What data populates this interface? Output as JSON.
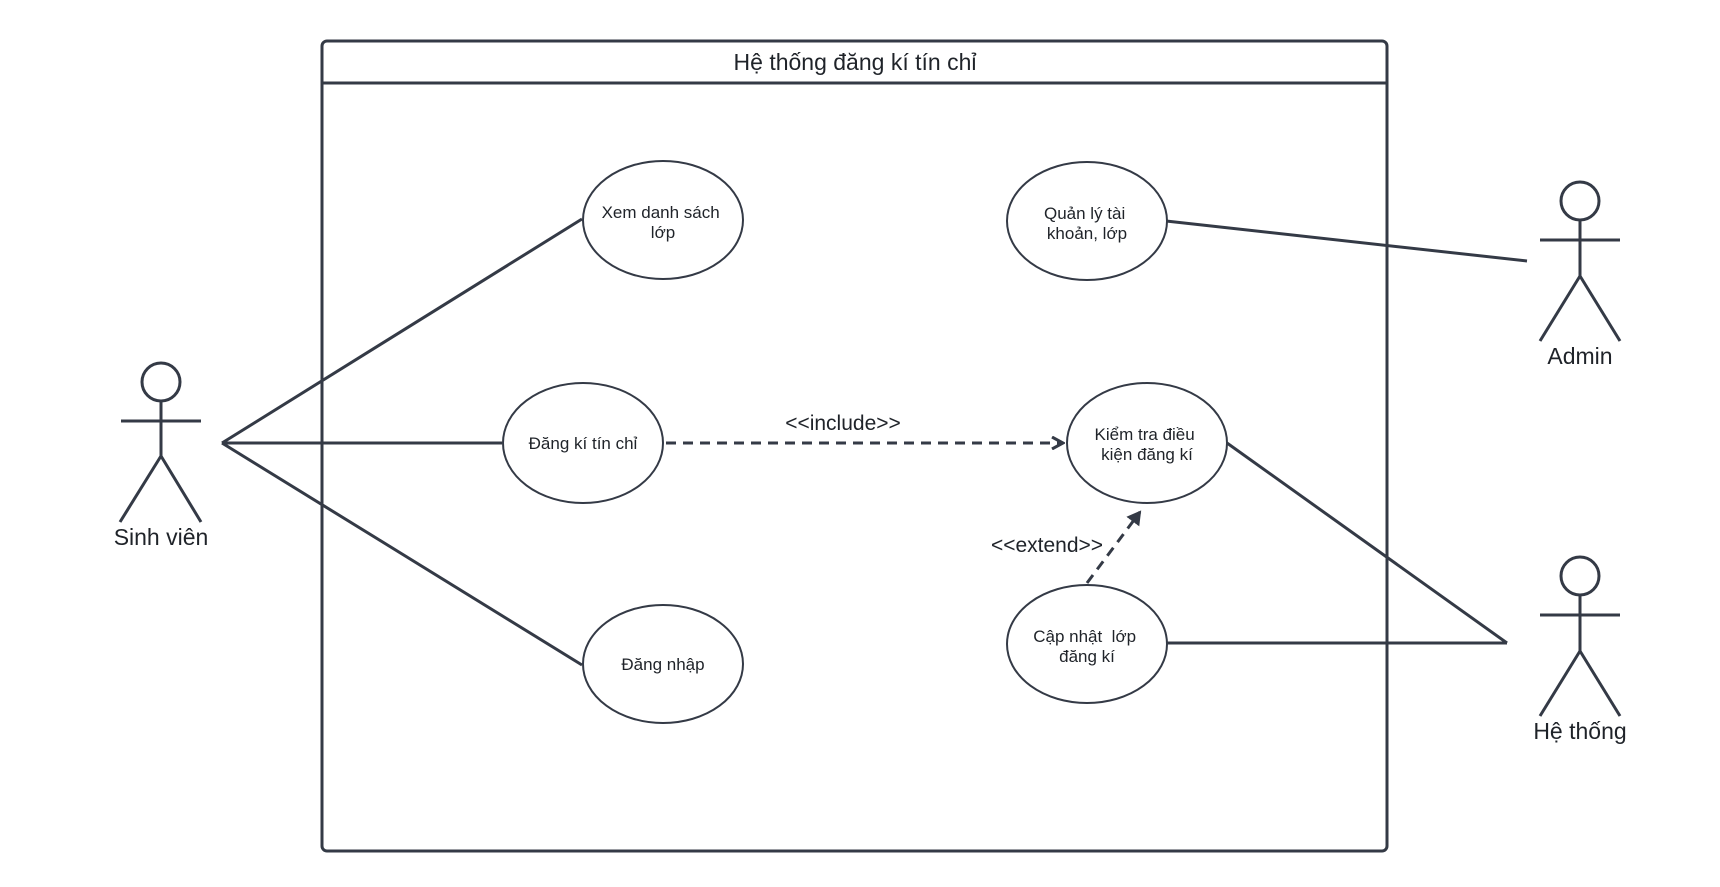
{
  "system": {
    "title": "Hệ thống đăng kí tín chỉ"
  },
  "actors": {
    "student": "Sinh viên",
    "admin": "Admin",
    "system": "Hệ thống"
  },
  "use_cases": {
    "view_classes": [
      "Xem danh sách",
      "lớp"
    ],
    "register_credits": [
      "Đăng kí tín chỉ"
    ],
    "login": [
      "Đăng nhập"
    ],
    "manage_accounts": [
      "Quản lý tài",
      "khoản, lớp"
    ],
    "check_conditions": [
      "Kiểm tra điều",
      "kiện đăng kí"
    ],
    "update_classes": [
      "Cập nhật  lớp",
      "đăng kí"
    ]
  },
  "relations": {
    "include_label": "<<include>>",
    "extend_label": "<<extend>>"
  },
  "colors": {
    "stroke": "#343a46",
    "background": "#ffffff"
  }
}
